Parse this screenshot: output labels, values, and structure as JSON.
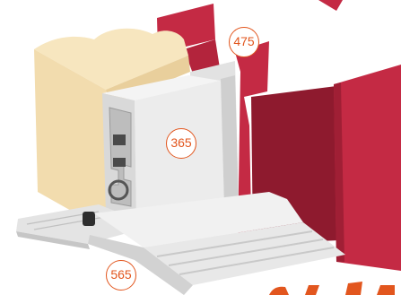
{
  "callouts": {
    "top_right": "475",
    "center": "365",
    "bottom_left": "565"
  },
  "colors": {
    "frame_red": "#c42a44",
    "frame_red_dark": "#8e1a2e",
    "timber": "#f2dcae",
    "aluminium": "#ececec",
    "callout_orange": "#e2561e"
  }
}
